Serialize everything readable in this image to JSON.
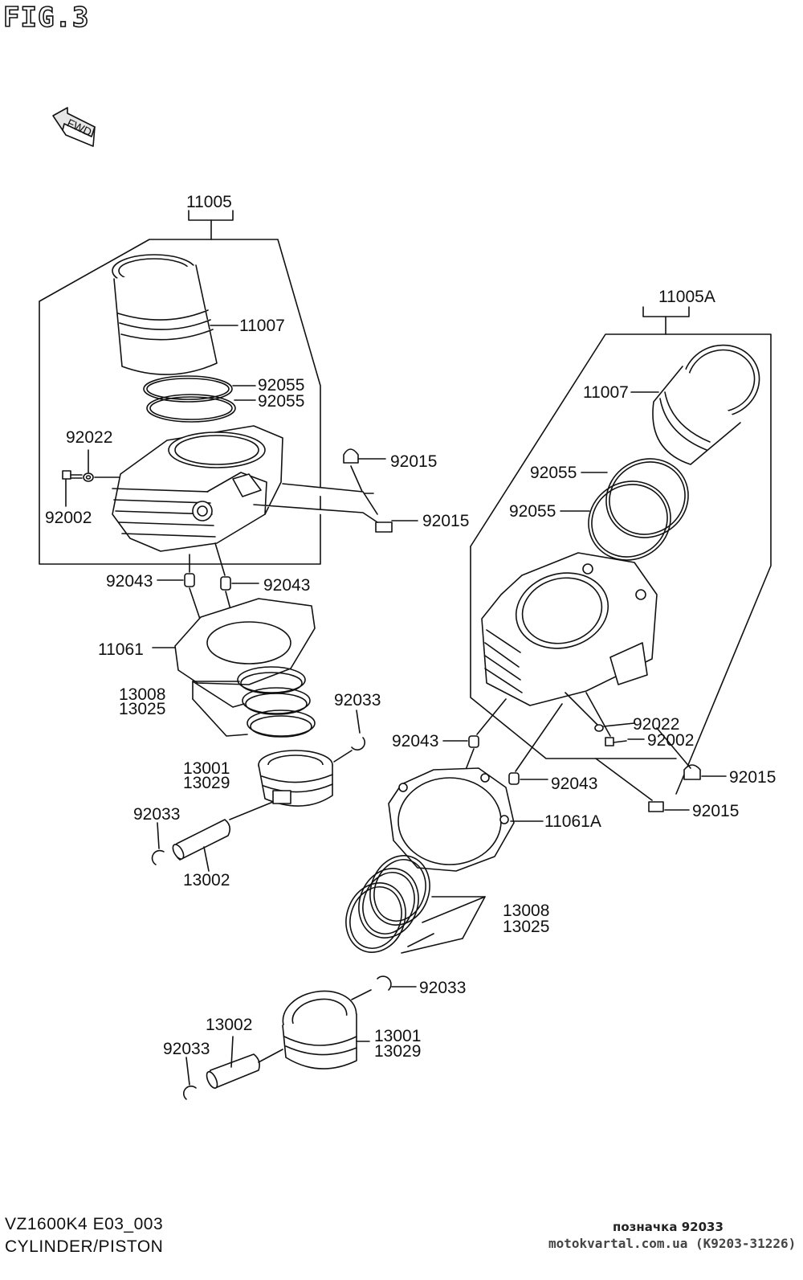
{
  "figure": {
    "title": "FIG.3",
    "fwd_label": "FWD"
  },
  "callouts": {
    "front_assy": "11005",
    "front_sleeve": "11007",
    "front_oring_1": "92055",
    "front_oring_2": "92055",
    "front_washer": "92022",
    "front_bolt": "92002",
    "front_nut_1": "92015",
    "front_nut_2": "92015",
    "front_dowel_left": "92043",
    "front_dowel_right": "92043",
    "front_gasket": "11061",
    "front_ring_set_a": "13008",
    "front_ring_set_b": "13025",
    "front_circlip_right": "92033",
    "front_piston_a": "13001",
    "front_piston_b": "13029",
    "front_circlip_left": "92033",
    "front_pin": "13002",
    "rear_assy": "11005A",
    "rear_sleeve": "11007",
    "rear_oring_1": "92055",
    "rear_oring_2": "92055",
    "rear_washer": "92022",
    "rear_bolt": "92002",
    "rear_dowel_left": "92043",
    "rear_dowel_right": "92043",
    "rear_nut_1": "92015",
    "rear_nut_2": "92015",
    "rear_gasket": "11061A",
    "rear_ring_set_a": "13008",
    "rear_ring_set_b": "13025",
    "rear_circlip_right": "92033",
    "rear_pin": "13002",
    "rear_piston_a": "13001",
    "rear_piston_b": "13029",
    "rear_circlip_left": "92033"
  },
  "footer": {
    "model_code": "VZ1600K4 E03_003",
    "section_name": "CYLINDER/PISTON",
    "watermark_note": "позначка 92033",
    "watermark_site": "motokvartal.com.ua (K9203-31226)"
  },
  "colors": {
    "ink": "#111111",
    "fill": "#ffffff",
    "shade": "#cfcfcf"
  }
}
